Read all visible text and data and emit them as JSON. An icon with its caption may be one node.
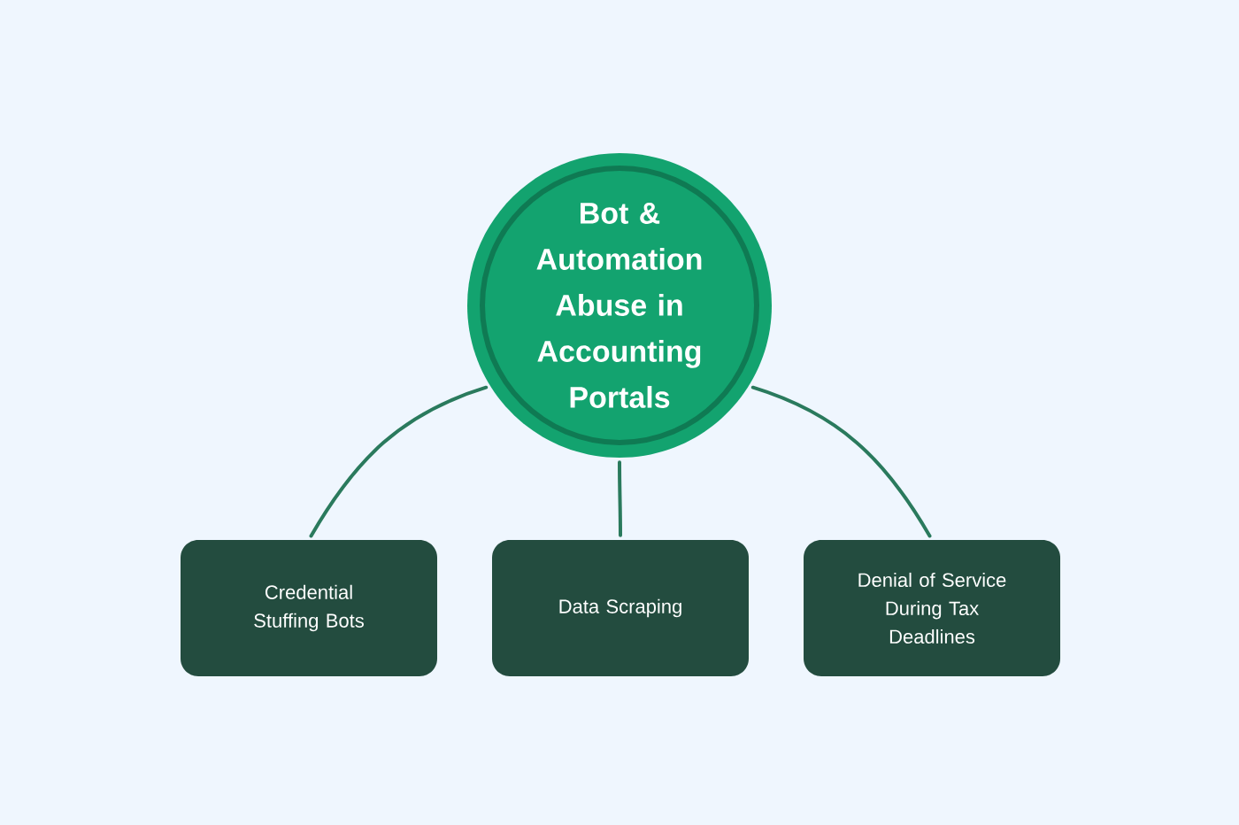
{
  "diagram": {
    "nodes": [
      {
        "text": [
          "Bot & Automation Abuse in Accounting Portals"
        ]
      },
      {
        "text": [
          "Credential Stuffing Bots"
        ]
      },
      {
        "text": [
          "Data Scraping"
        ]
      },
      {
        "text": [
          "Denial of Service During Tax Deadlines"
        ]
      }
    ],
    "edges": [
      {
        "from": 0,
        "to": 1,
        "arrow": "none"
      },
      {
        "from": 0,
        "to": 2,
        "arrow": "none"
      },
      {
        "from": 0,
        "to": 3,
        "arrow": "none"
      }
    ]
  }
}
